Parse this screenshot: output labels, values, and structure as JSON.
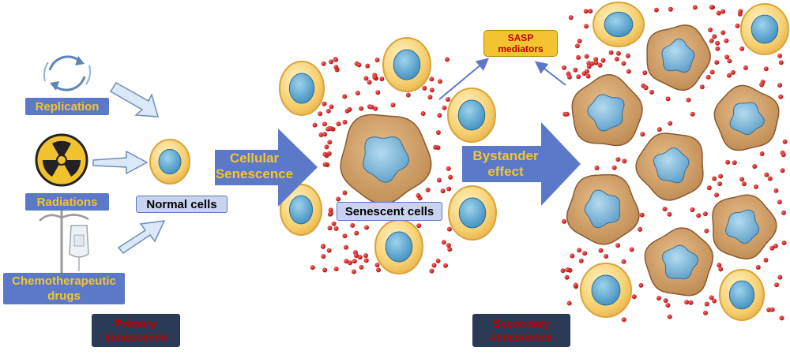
{
  "causes": {
    "replication": "Replication",
    "radiations": "Radiations",
    "chemotherapeutic": "Chemotherapeutic\ndrugs"
  },
  "labels": {
    "normal_cells": "Normal cells",
    "cellular_senescence": "Cellular\nSenescence",
    "senescent_cells": "Senescent cells",
    "sasp_mediators": "SASP\nmediators",
    "bystander_effect": "Bystander\neffect",
    "primary_senescence": "Primary\nsenescence",
    "secondary_senescence": "Secondary\nsenescence"
  },
  "colors": {
    "cell_fill": "#f6cf6f",
    "cell_stroke": "#d9a43a",
    "nucleus": "#4f9fc9",
    "senescent_fill": "#cf9b62",
    "senescent_nucleus": "#7bb3d6",
    "sasp_dot": "#d02020",
    "arrow_blue": "#5b79c8",
    "label_text_yellow": "#f4c430",
    "label_text_red": "#c00000"
  },
  "icons": [
    "cycle-icon",
    "radiation-icon",
    "iv-drip-icon"
  ]
}
